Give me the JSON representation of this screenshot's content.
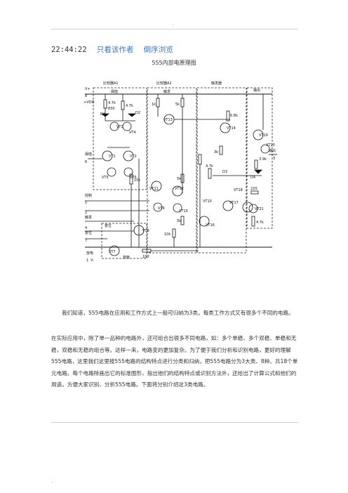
{
  "header": {
    "top_dot": ".",
    "time": "22:44:22",
    "view_author_only": "只看该作者",
    "reverse_order": "倒序浏览"
  },
  "figure": {
    "title": "555内部电原理图",
    "labels": {
      "v_plus": "V+",
      "pin8": "8",
      "vdd": "+VDD",
      "comparator_a1": "比较器A1",
      "comparator_a2": "比较器A2",
      "trigger": "触发器",
      "output": "输出",
      "threshold_block": "阈值",
      "threshold_pin_label": "阈值",
      "pin6": "6",
      "control_label": "控制",
      "pin5": "5",
      "pin2": "2",
      "trigger_label": "触发",
      "pin4": "4",
      "reset_label": "复位",
      "pin7": "7",
      "discharge_label": "放电",
      "discharge_inner": "放电",
      "reset_inner": "复位",
      "output_label": "输出",
      "pin3": "3",
      "pin1": "1",
      "v_minus": "V-",
      "r_4_7k_a": "4.7k",
      "r_830": "830",
      "r_4_7k_b": "4.7k",
      "r_1k": "1k",
      "r_5k_a": "5k",
      "r_5k_b": "5k",
      "r_5k_c": "5k",
      "r_6_8k": "6.8k",
      "r_3k": "3k",
      "r_4_7k_c": "4.7k",
      "r_10k": "10k",
      "r_10k_b": "10k",
      "r_100": "100",
      "r_220": "220",
      "r_4_7k_d": "4.7k",
      "r_3_9k": "3.9k",
      "vt1": "VT1",
      "vt2": "VT2",
      "vt3": "VT3",
      "vt4": "VT4",
      "vt5": "VT5",
      "vt6": "VT6",
      "vt7": "VT7",
      "vt8": "VT8",
      "vt9": "VT9",
      "vt10": "VT10",
      "vt11": "VT11",
      "vt12": "VT12",
      "vt13": "VT13",
      "vt14": "VT14",
      "vt15": "VT15",
      "vt16": "VT16",
      "vt17": "VT17",
      "vt18": "VT18",
      "vt19": "VT19",
      "vt20": "VT20",
      "vt21": "VT21",
      "d1": "D1",
      "d2": "D2",
      "d3": "D3",
      "d4": "D4"
    }
  },
  "paragraphs": [
    "我们知道，555电路在应用和工作方式上一般可归纳为3类。每类工作方式又有很多个不同的电路。",
    "在实际应用中，除了单一品种的电路外，还可组合出很多不同电路，如：多个单稳、多个双稳、单稳和无稳，双稳和无稳的组合等。这样一来，电路变的更加复杂。为了便于我们分析和识别电路，更好的理解555电路，这里我们这里按555电路的结构特点进行分类和归纳，把555电路分为3大类、8种、共18个单元电路。每个电路除画出它的标准图形，指出他们的结构特点或识别方法外，还给出了计算公式和他们的用途。方便大家识别、分析555电路。下面将分别介绍这3类电路。"
  ],
  "footer": {
    "bottom_dot": "."
  }
}
